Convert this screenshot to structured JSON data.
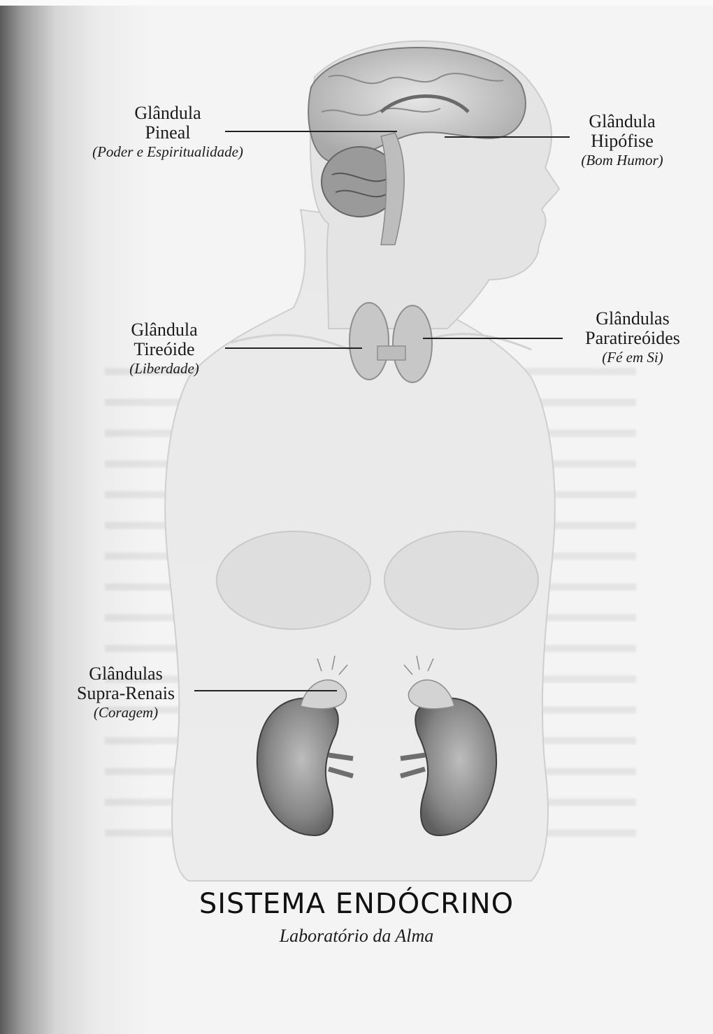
{
  "labels": {
    "pineal": {
      "name_line1": "Glândula",
      "name_line2": "Pineal",
      "meaning": "(Poder e Espiritualidade)"
    },
    "hipofise": {
      "name_line1": "Glândula",
      "name_line2": "Hipófise",
      "meaning": "(Bom Humor)"
    },
    "tireoide": {
      "name_line1": "Glândula",
      "name_line2": "Tireóide",
      "meaning": "(Liberdade)"
    },
    "paratireoides": {
      "name_line1": "Glândulas",
      "name_line2": "Paratireóides",
      "meaning": "(Fé em Si)"
    },
    "suprarenais": {
      "name_line1": "Glândulas",
      "name_line2": "Supra-Renais",
      "meaning": "(Coragem)"
    }
  },
  "caption": {
    "title": "SISTEMA ENDÓCRINO",
    "subtitle": "Laboratório da Alma"
  }
}
